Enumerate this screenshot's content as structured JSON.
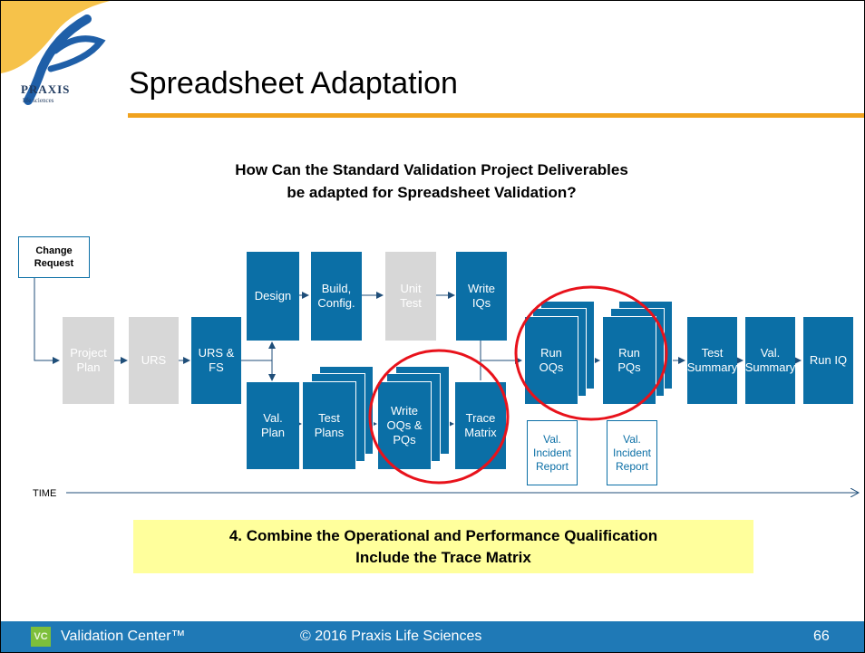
{
  "logo": {
    "name": "PRAXIS",
    "tagline": "life sciences"
  },
  "title": "Spreadsheet Adaptation",
  "subtitle": {
    "line1": "How Can the Standard Validation Project Deliverables",
    "line2": "be adapted for Spreadsheet Validation?"
  },
  "diagram": {
    "change_request": [
      "Change",
      "Request"
    ],
    "project_plan": [
      "Project",
      "Plan"
    ],
    "urs": [
      "URS"
    ],
    "urs_fs": [
      "URS &",
      "FS"
    ],
    "design": [
      "Design"
    ],
    "build_config": [
      "Build,",
      "Config."
    ],
    "unit_test": [
      "Unit",
      "Test"
    ],
    "write_iqs": [
      "Write",
      "IQs"
    ],
    "val_plan": [
      "Val.",
      "Plan"
    ],
    "test_plans": [
      "Test",
      "Plans"
    ],
    "write_oqs_pqs": [
      "Write",
      "OQs &",
      "PQs"
    ],
    "trace_matrix": [
      "Trace",
      "Matrix"
    ],
    "run_oqs": [
      "Run",
      "OQs"
    ],
    "run_pqs": [
      "Run",
      "PQs"
    ],
    "val_incident_report_1": [
      "Val.",
      "Incident",
      "Report"
    ],
    "val_incident_report_2": [
      "Val.",
      "Incident",
      "Report"
    ],
    "test_summary": [
      "Test",
      "Summary"
    ],
    "val_summary": [
      "Val.",
      "Summary"
    ],
    "run_iq": [
      "Run IQ"
    ],
    "time_label": "TIME"
  },
  "callout": {
    "line1": "4. Combine the Operational and Performance Qualification",
    "line2": "Include the Trace Matrix"
  },
  "footer": {
    "badge": "VC",
    "product": "Validation Center™",
    "copyright": "© 2016 Praxis Life Sciences",
    "page": "66"
  },
  "colors": {
    "box_blue": "#0b6fa6",
    "box_grey": "#d7d7d7",
    "highlight_ring": "#e8121b",
    "title_rule": "#f0a21e",
    "footer": "#1f79b6",
    "callout": "#ffff9c"
  }
}
